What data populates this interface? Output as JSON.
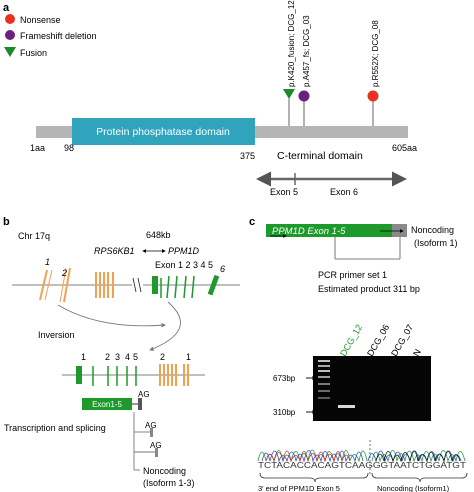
{
  "panel_a": {
    "letter": "a",
    "legend": [
      {
        "label": "Nonsense",
        "color": "#e8321f",
        "shape": "circle"
      },
      {
        "label": "Frameshift deletion",
        "color": "#6b2080",
        "shape": "circle"
      },
      {
        "label": "Fusion",
        "color": "#1a8a2a",
        "shape": "triangle-down"
      }
    ],
    "mutations": [
      {
        "label": "p.K420_fusion; DCG_12",
        "type": "Fusion"
      },
      {
        "label": "p.A457_fs; DCG_03",
        "type": "Frameshift deletion"
      },
      {
        "label": "p.R552X; DCG_08",
        "type": "Nonsense"
      }
    ],
    "domain_label": "Protein phosphatase domain",
    "domain_color": "#31a4bd",
    "protein_color": "#b5b5b5",
    "pos_start": "1aa",
    "pos_domain_start": "98",
    "pos_domain_end": "375",
    "pos_end": "605aa",
    "c_terminal_label": "C-terminal domain",
    "exon5_label": "Exon 5",
    "exon6_label": "Exon 6"
  },
  "panel_b": {
    "letter": "b",
    "chromosome": "Chr 17q",
    "distance": "648kb",
    "gene_left": "RPS6KB1",
    "gene_right": "PPM1D",
    "exon_header": "Exon 1 2 3 4 5",
    "exon_6": "6",
    "rps_exon_1": "1",
    "rps_exon_2": "2",
    "inversion_label": "Inversion",
    "fusion_ppm_exons": [
      "1",
      "2",
      "3",
      "4",
      "5"
    ],
    "fusion_rps_exons": [
      "2",
      "1"
    ],
    "exon_box_label": "Exon1-5",
    "ag_label": "AG",
    "transcription_label": "Transcription and splicing",
    "noncoding_label": "Noncoding",
    "isoform_label": "(Isoform 1-3)",
    "ppm_color": "#1e9a2c",
    "rps_color": "#f2a24e"
  },
  "panel_c": {
    "letter": "c",
    "box_label": "PPM1D Exon 1-5",
    "noncoding_label": "Noncoding",
    "isoform_label": "(Isoform 1)",
    "primer_line1": "PCR primer set 1",
    "primer_line2": "Estimated product  311 bp",
    "lanes": [
      "DCG_12",
      "DCG_06",
      "DCG_07",
      "N"
    ],
    "marker_high": "673bp",
    "marker_low": "310bp",
    "seq_left_caption": "3' end of PPM1D Exon 5",
    "seq_right_caption": "Noncoding (Isoform1)",
    "sequence": "TCTACACCACAGTCAAGGGTAATCTGGATGT"
  }
}
